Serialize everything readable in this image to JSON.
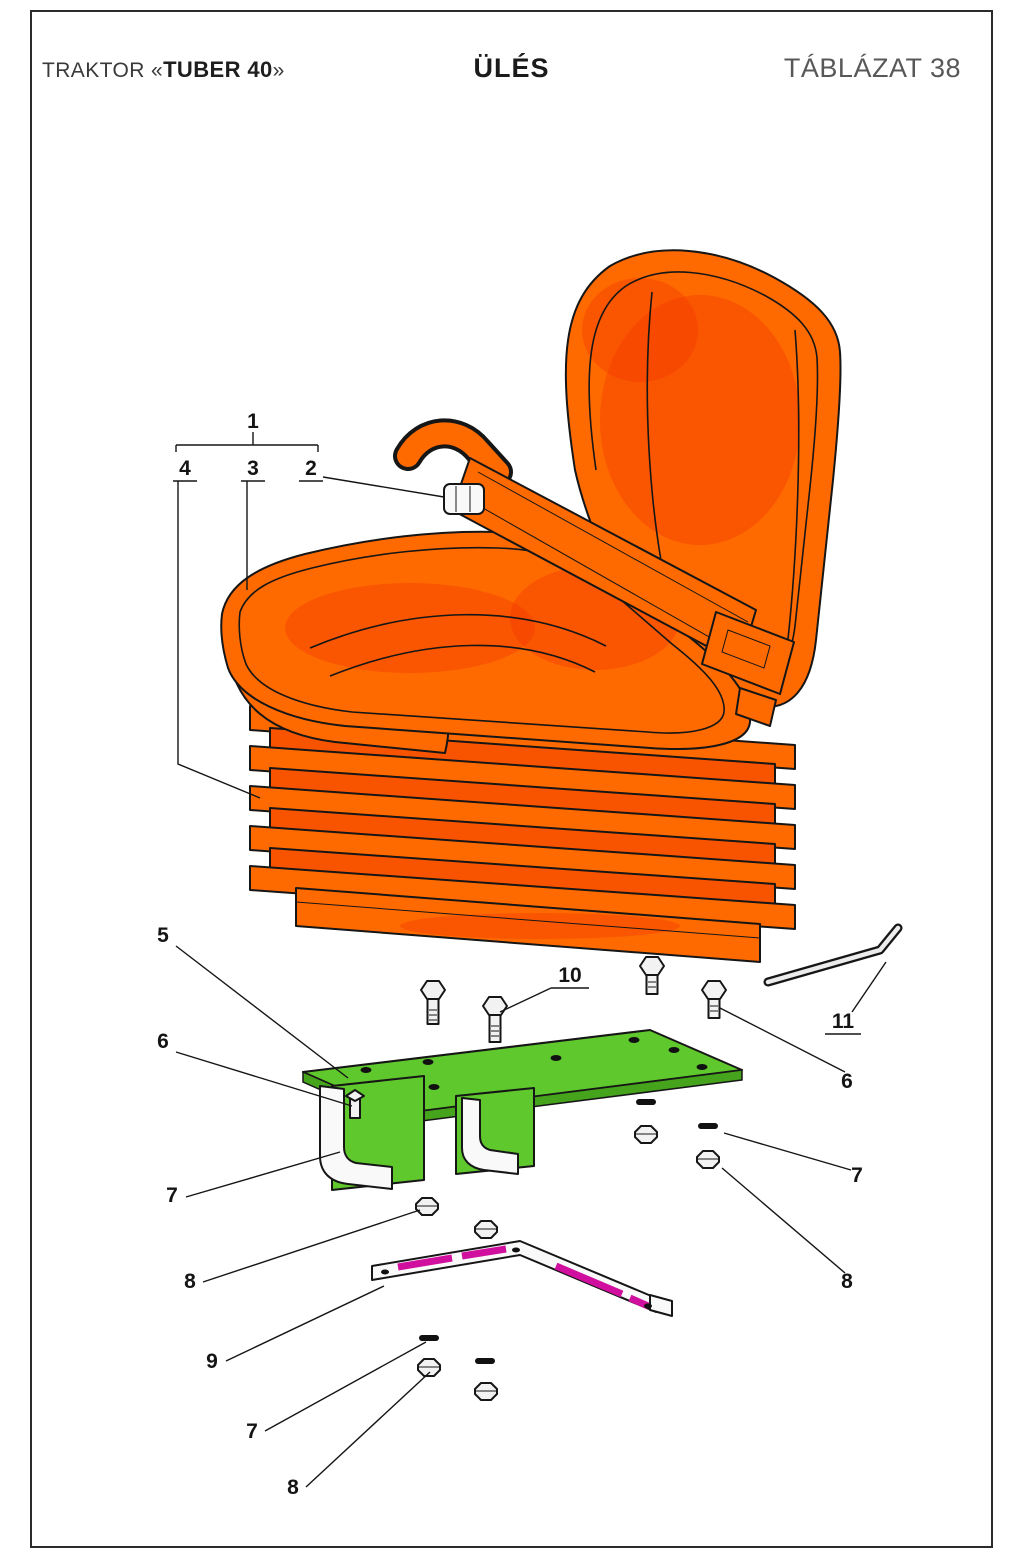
{
  "header": {
    "product_prefix": "TRAKTOR «",
    "product_model": "TUBER  40",
    "product_suffix": "»",
    "title": "ÜLÉS",
    "table_ref": "TÁBLÁZAT 38"
  },
  "diagram": {
    "description": "Exploded parts view of tractor seat assembly with suspension bellows, mounting plate and fasteners",
    "colors": {
      "seat_orange": "#ff6a00",
      "seat_shade": "#f23900",
      "plate_green": "#5fc82c",
      "bracket_magenta": "#d10f9f",
      "outline": "#161616"
    },
    "callouts": {
      "c1": "1",
      "c2": "2",
      "c3": "3",
      "c4": "4",
      "c5": "5",
      "c6_left": "6",
      "c6_right": "6",
      "c7_left": "7",
      "c7_right": "7",
      "c7_bottom": "7",
      "c8_left": "8",
      "c8_right": "8",
      "c8_bottom": "8",
      "c9": "9",
      "c10": "10",
      "c11": "11"
    }
  }
}
